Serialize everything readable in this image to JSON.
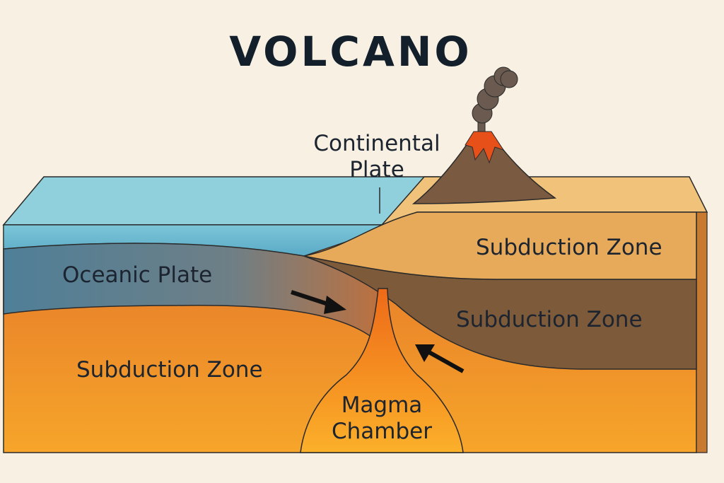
{
  "title": "VOLCANO",
  "labels": {
    "continental_plate_line1": "Continental",
    "continental_plate_line2": "Plate",
    "oceanic_plate": "Oceanic Plate",
    "subduction_zone_upper": "Subduction Zone",
    "subduction_zone_middle": "Subduction Zone",
    "subduction_zone_left": "Subduction Zone",
    "magma_line1": "Magma",
    "magma_line2": "Chamber"
  },
  "colors": {
    "background": "#f8f1e3",
    "ocean": "#6cbcd0",
    "oceanic_plate": "#5a8399",
    "continental_crust": "#e6aa5a",
    "lithosphere": "#7d5a3a",
    "mantle": "#ee8a2a",
    "magma": "#f8a020",
    "volcano": "#7a5a40",
    "lava": "#e8501a",
    "smoke": "#6a5a50"
  }
}
